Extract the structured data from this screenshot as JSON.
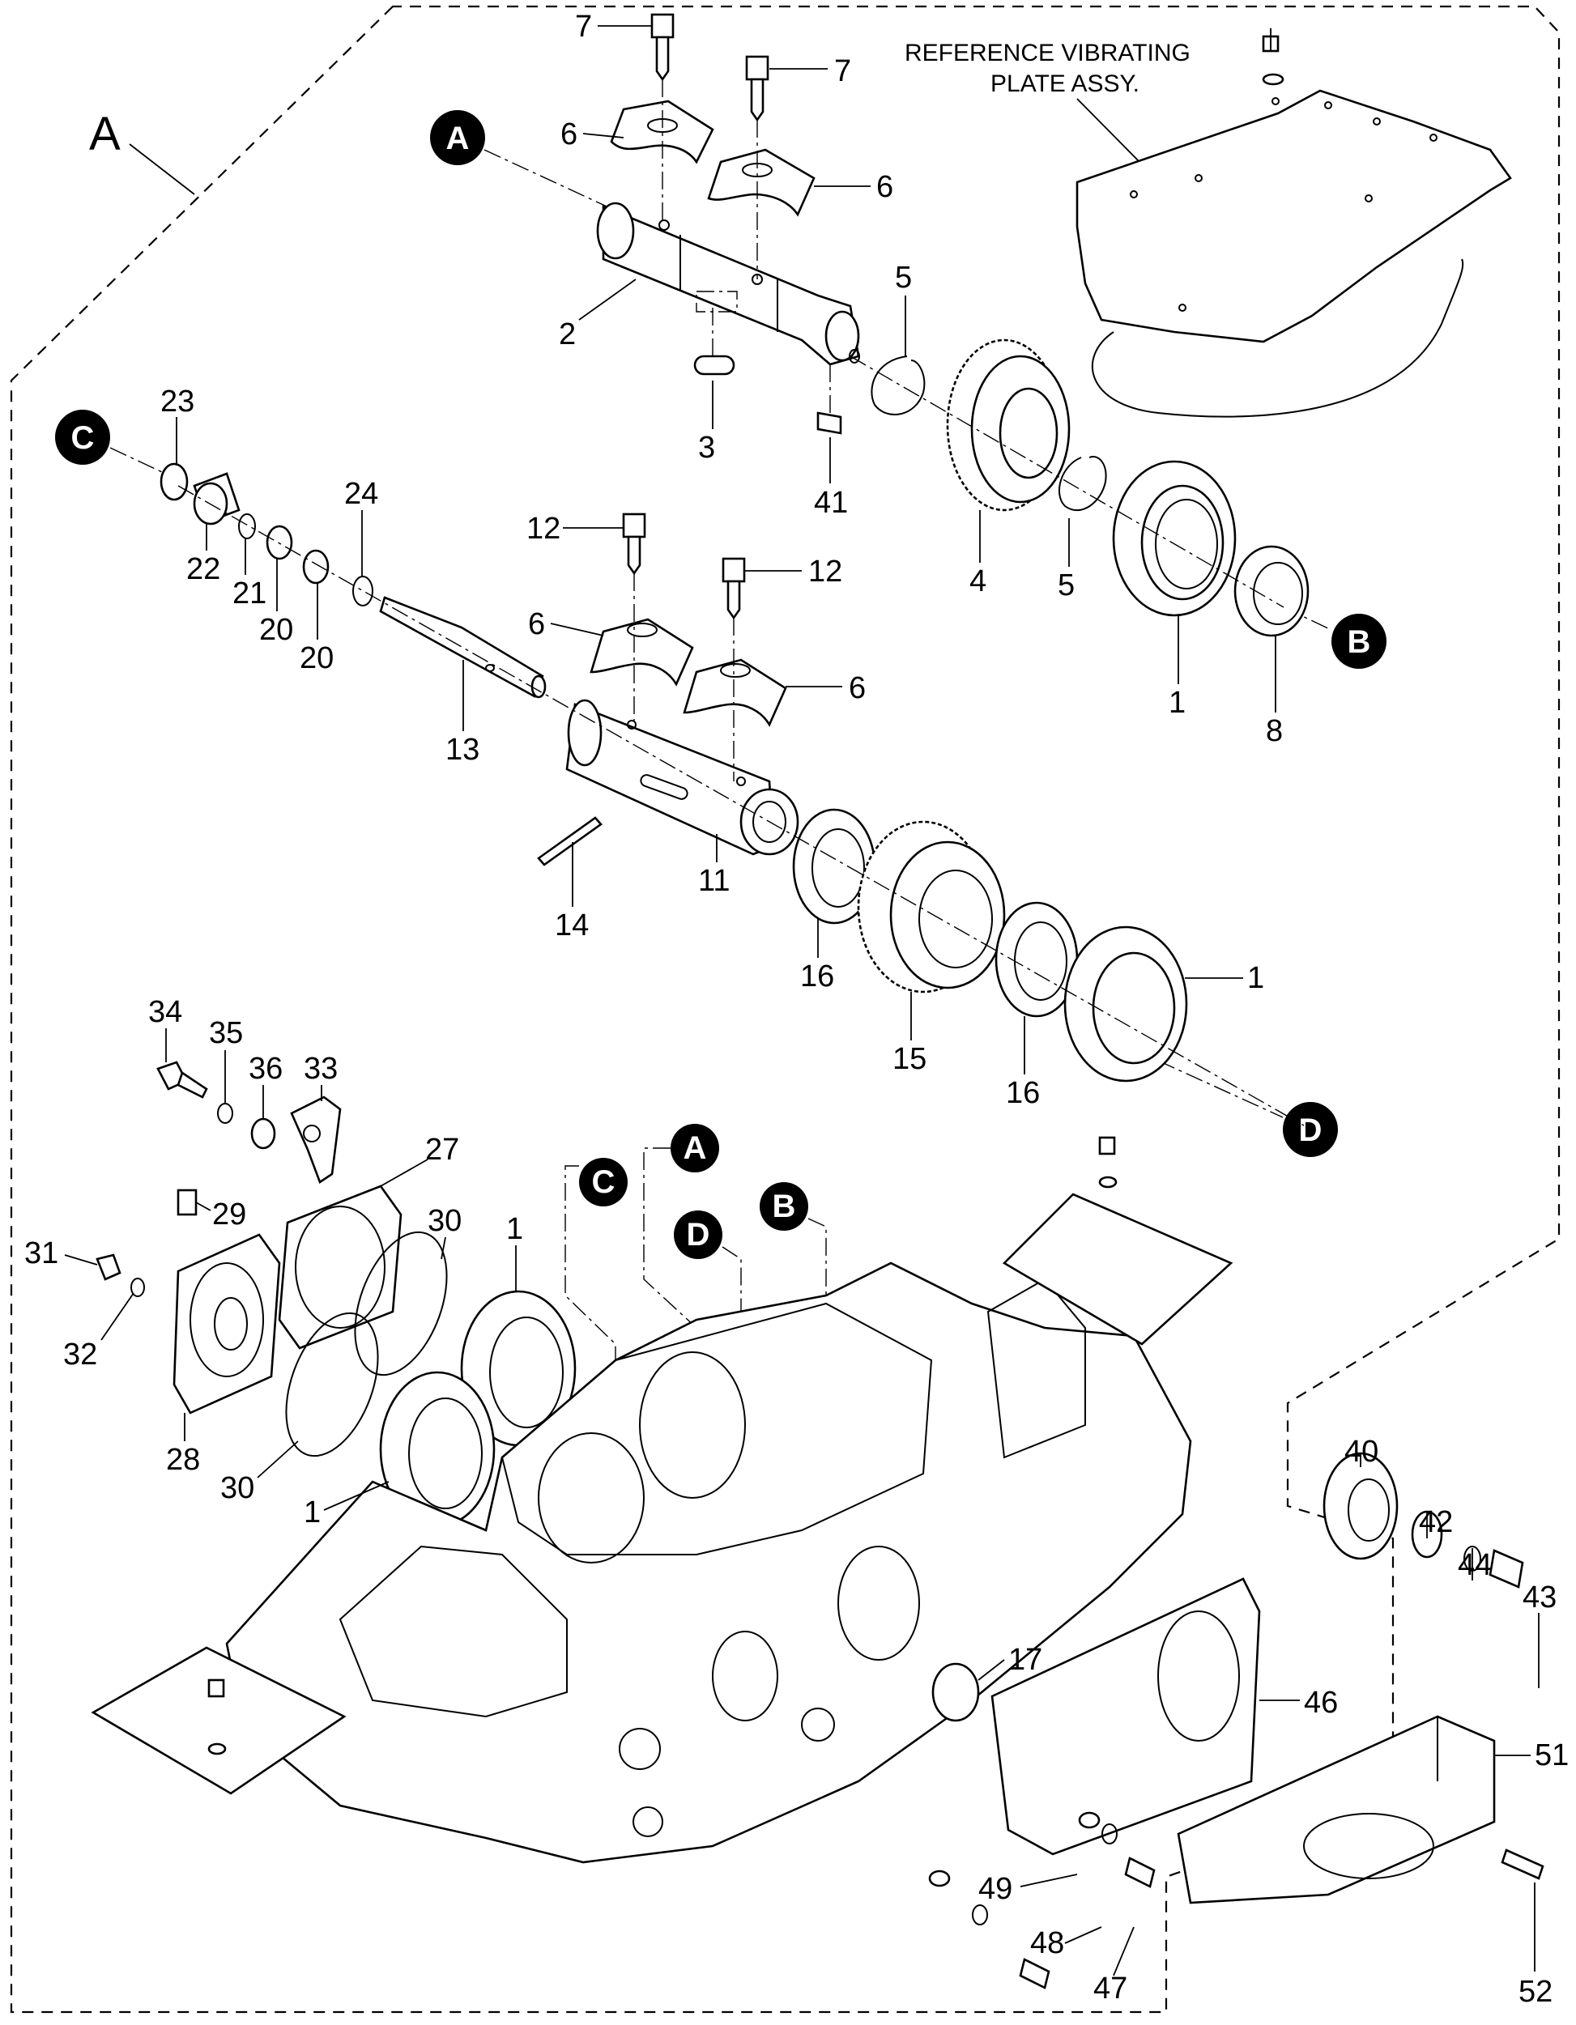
{
  "section_label": "A",
  "reference_note": [
    "REFERENCE VIBRATING",
    "PLATE ASSY."
  ],
  "reference_markers": [
    "A",
    "B",
    "C",
    "D"
  ],
  "part_labels": {
    "p1a": "1",
    "p1b": "1",
    "p1c": "1",
    "p1d": "1",
    "p2": "2",
    "p3": "3",
    "p4": "4",
    "p5a": "5",
    "p5b": "5",
    "p6a": "6",
    "p6b": "6",
    "p6c": "6",
    "p6d": "6",
    "p7a": "7",
    "p7b": "7",
    "p8": "8",
    "p11": "11",
    "p12a": "12",
    "p12b": "12",
    "p13": "13",
    "p14": "14",
    "p15": "15",
    "p16a": "16",
    "p16b": "16",
    "p17": "17",
    "p20a": "20",
    "p20b": "20",
    "p21": "21",
    "p22": "22",
    "p23": "23",
    "p24": "24",
    "p27": "27",
    "p28": "28",
    "p29": "29",
    "p30a": "30",
    "p30b": "30",
    "p31": "31",
    "p32": "32",
    "p33": "33",
    "p34": "34",
    "p35": "35",
    "p36": "36",
    "p40": "40",
    "p41": "41",
    "p42": "42",
    "p43": "43",
    "p44": "44",
    "p46": "46",
    "p47": "47",
    "p48": "48",
    "p49": "49",
    "p51": "51",
    "p52": "52"
  }
}
